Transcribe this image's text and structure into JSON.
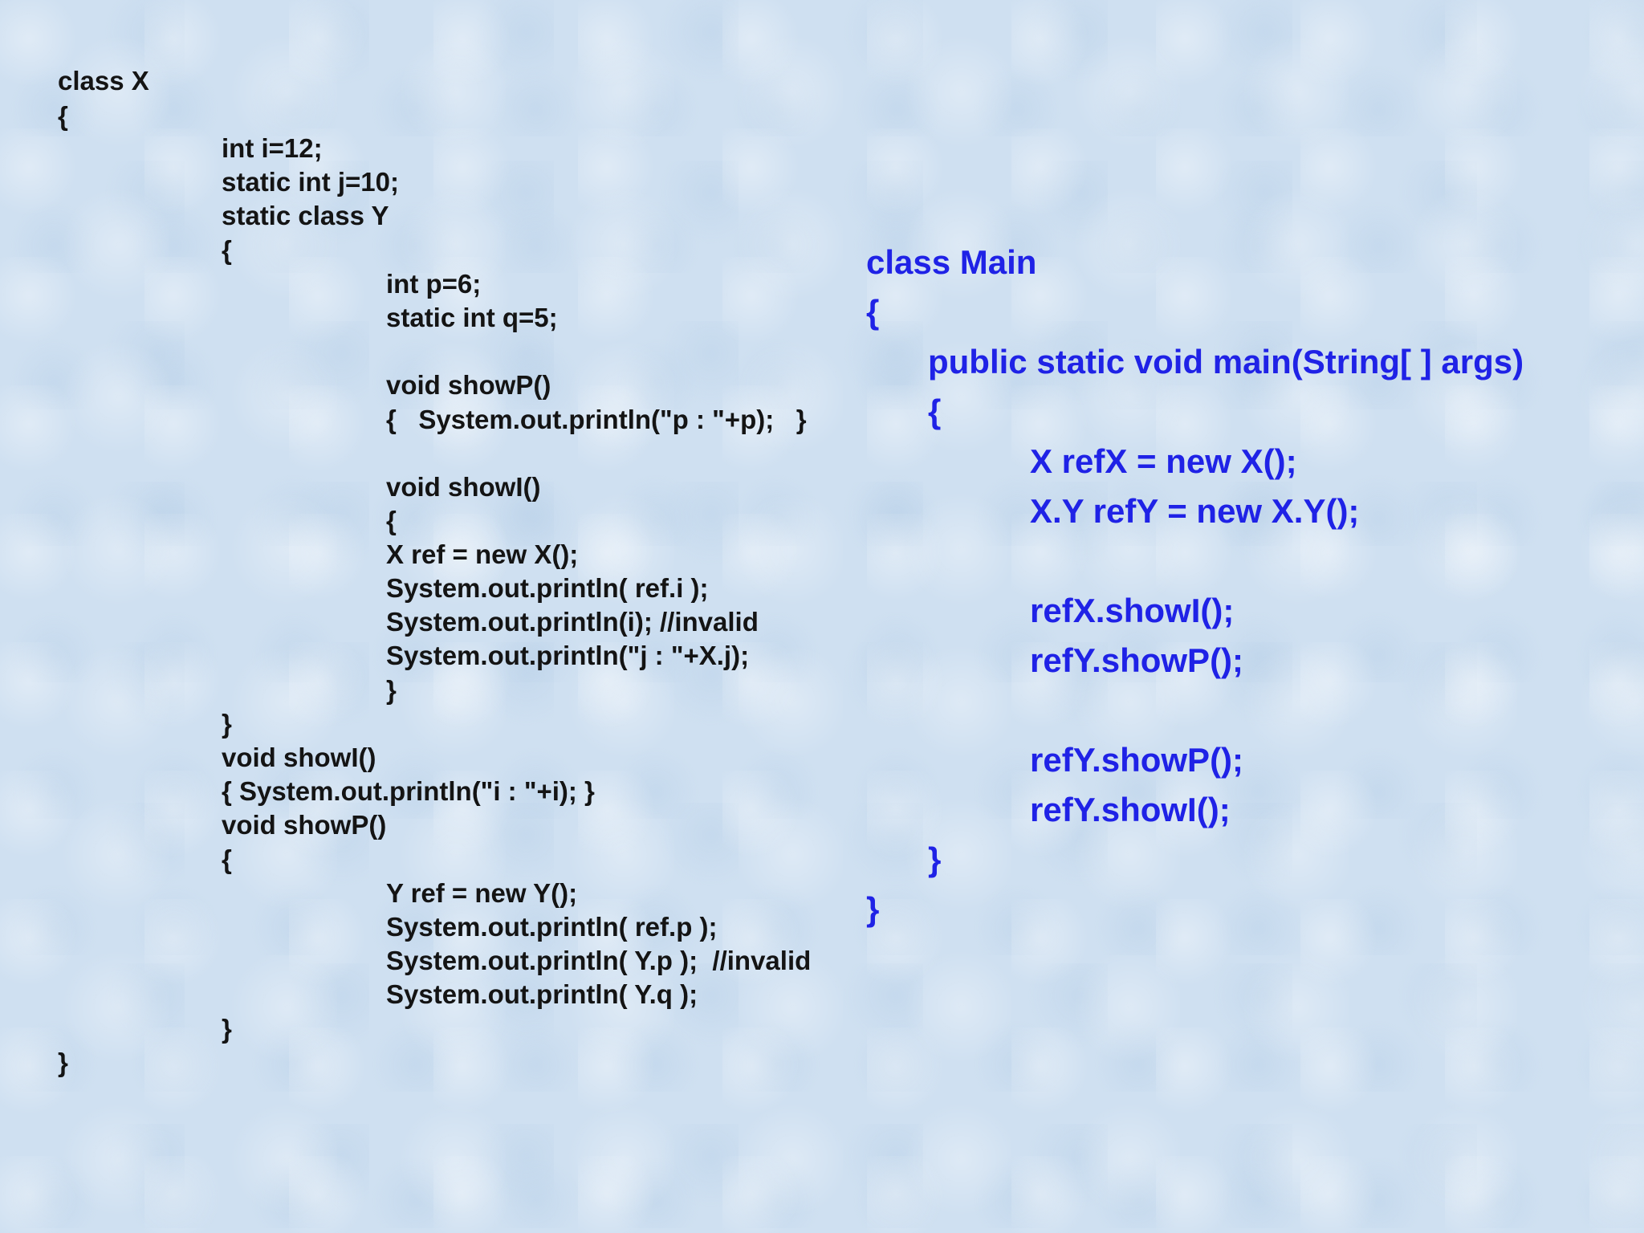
{
  "left_code": {
    "lines": [
      "class X",
      "{",
      "int i=12;",
      "static int j=10;",
      "static class Y",
      "{",
      "int p=6;",
      "static int q=5;",
      "void showP()",
      "{   System.out.println(\"p : \"+p);   }",
      "void showI()",
      "{",
      "X ref = new X();",
      "System.out.println( ref.i );",
      "System.out.println(i); //invalid",
      "System.out.println(\"j : \"+X.j);",
      "}",
      "}",
      "void showI()",
      "{ System.out.println(\"i : \"+i); }",
      "void showP()",
      "{",
      "Y ref = new Y();",
      "System.out.println( ref.p );",
      "System.out.println( Y.p );  //invalid",
      "System.out.println( Y.q );",
      "}",
      "}"
    ]
  },
  "right_code": {
    "lines": [
      "class Main",
      "{",
      "public static void main(String[ ] args)",
      "{",
      "X refX = new X();",
      "X.Y refY = new X.Y();",
      "refX.showI();",
      "refY.showP();",
      "refY.showP();",
      "refY.showI();",
      "}",
      "}"
    ]
  },
  "colors": {
    "background": "#cfe0f1",
    "left_text": "#141414",
    "right_text": "#1f22e6"
  }
}
